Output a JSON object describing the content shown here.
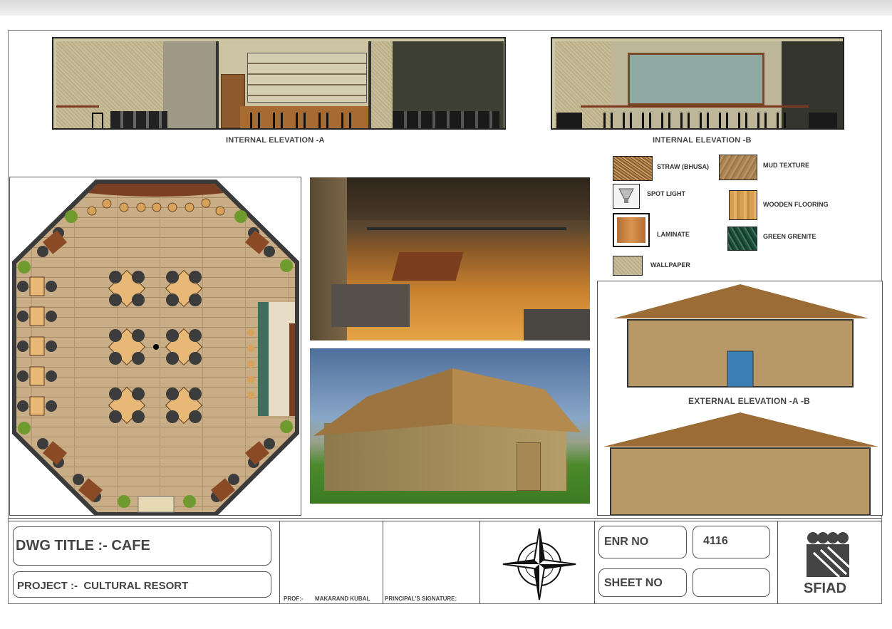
{
  "captions": {
    "elev_a": "INTERNAL ELEVATION -A",
    "elev_b": "INTERNAL ELEVATION -B",
    "ext_elev": "EXTERNAL ELEVATION -A -B"
  },
  "legend": {
    "straw": "STRAW (BHUSA)",
    "mud": "MUD TEXTURE",
    "spot": "SPOT LIGHT",
    "wood": "WOODEN FLOORING",
    "laminate": "LAMINATE",
    "granite": "GREEN GRENITE",
    "wallpaper": "WALLPAPER"
  },
  "title_block": {
    "dwg_title": "DWG TITLE :- CAFE",
    "project": "PROJECT :-  CULTURAL RESORT",
    "prof_label": "PROF:-",
    "prof_name": "MAKARAND KUBAL",
    "principal": "PRINCIPAL'S SIGNATURE:",
    "enr_label": "ENR NO",
    "enr_value": "4116",
    "sheet_label": "SHEET NO",
    "sheet_value": "",
    "logo_text": "SFIAD"
  }
}
